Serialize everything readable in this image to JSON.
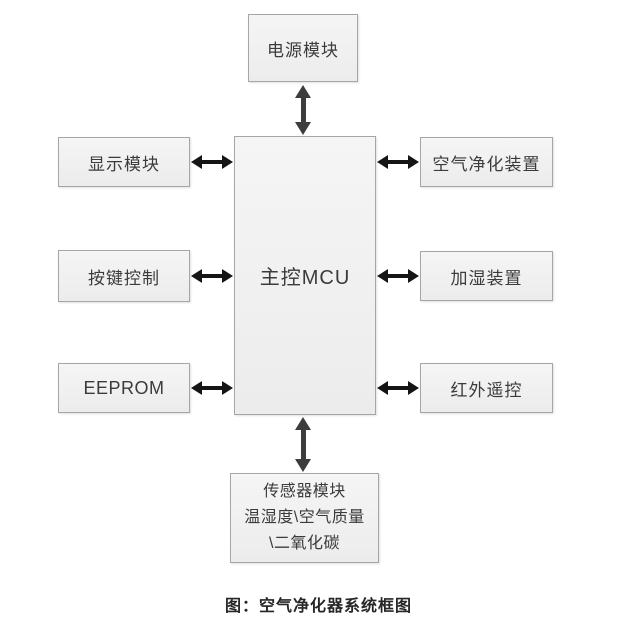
{
  "diagram": {
    "title": "空气净化器系统框图",
    "center": {
      "label": "主控MCU"
    },
    "top": {
      "label": "电源模块"
    },
    "left": [
      {
        "label": "显示模块"
      },
      {
        "label": "按键控制"
      },
      {
        "label": "EEPROM"
      }
    ],
    "right": [
      {
        "label": "空气净化装置"
      },
      {
        "label": "加湿装置"
      },
      {
        "label": "红外遥控"
      }
    ],
    "bottom": {
      "lines": [
        "传感器模块",
        "温湿度\\空气质量",
        "\\二氧化碳"
      ]
    },
    "caption": "图：空气净化器系统框图",
    "connections": [
      {
        "from": "电源模块",
        "to": "主控MCU",
        "type": "bidirectional"
      },
      {
        "from": "显示模块",
        "to": "主控MCU",
        "type": "bidirectional"
      },
      {
        "from": "按键控制",
        "to": "主控MCU",
        "type": "bidirectional"
      },
      {
        "from": "EEPROM",
        "to": "主控MCU",
        "type": "bidirectional"
      },
      {
        "from": "主控MCU",
        "to": "空气净化装置",
        "type": "bidirectional"
      },
      {
        "from": "主控MCU",
        "to": "加湿装置",
        "type": "bidirectional"
      },
      {
        "from": "主控MCU",
        "to": "红外遥控",
        "type": "bidirectional"
      },
      {
        "from": "主控MCU",
        "to": "传感器模块",
        "type": "bidirectional"
      }
    ]
  },
  "theme": {
    "box_border": "#a6a6a6",
    "box_fill_top": "#f5f5f5",
    "box_fill_bottom": "#ececec",
    "box_text": "#3b3b3b",
    "arrow_h": "#151515",
    "arrow_v": "#3d3d3d",
    "caption_text": "#262626"
  }
}
